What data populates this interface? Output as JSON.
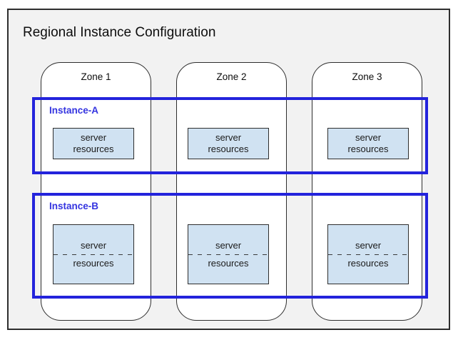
{
  "title": "Regional Instance Configuration",
  "zones": [
    {
      "label": "Zone 1"
    },
    {
      "label": "Zone 2"
    },
    {
      "label": "Zone 3"
    }
  ],
  "instances": [
    {
      "label": "Instance-A",
      "server_boxes": [
        {
          "line1": "server",
          "line2": "resources"
        },
        {
          "line1": "server",
          "line2": "resources"
        },
        {
          "line1": "server",
          "line2": "resources"
        }
      ]
    },
    {
      "label": "Instance-B",
      "server_boxes": [
        {
          "line1": "server",
          "line2": "resources"
        },
        {
          "line1": "server",
          "line2": "resources"
        },
        {
          "line1": "server",
          "line2": "resources"
        }
      ]
    }
  ],
  "colors": {
    "frame_background": "#f2f2f2",
    "frame_border": "#2e2e2e",
    "zone_background": "#ffffff",
    "instance_border": "#2323dc",
    "instance_label_text": "#3434e0",
    "server_box_fill": "#d0e2f2",
    "text": "#0d0d0d"
  }
}
